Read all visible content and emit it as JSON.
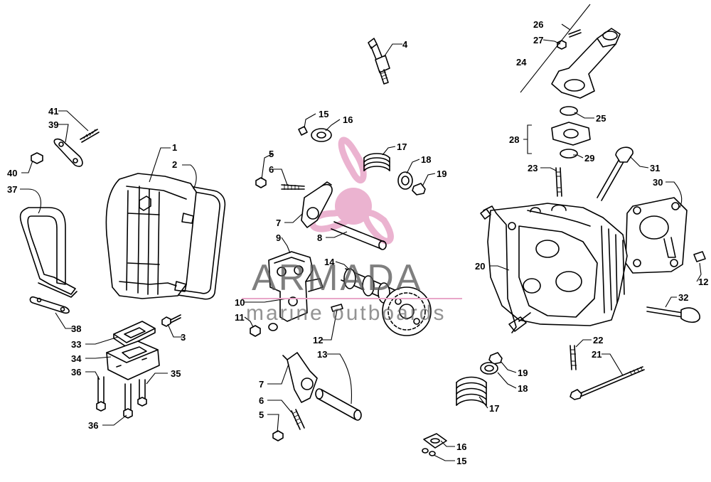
{
  "watermark": {
    "brand": "ARMADA",
    "tagline": "marine outboards",
    "logo_color": "#e8a6c8"
  },
  "callouts": [
    "1",
    "2",
    "3",
    "4",
    "5",
    "6",
    "7",
    "8",
    "9",
    "10",
    "11",
    "12",
    "12",
    "12",
    "13",
    "14",
    "15",
    "15",
    "16",
    "16",
    "17",
    "17",
    "18",
    "18",
    "19",
    "19",
    "20",
    "21",
    "22",
    "23",
    "24",
    "25",
    "26",
    "27",
    "28",
    "29",
    "30",
    "31",
    "32",
    "33",
    "34",
    "35",
    "36",
    "36",
    "37",
    "38",
    "39",
    "40",
    "41",
    "5",
    "6",
    "7"
  ]
}
